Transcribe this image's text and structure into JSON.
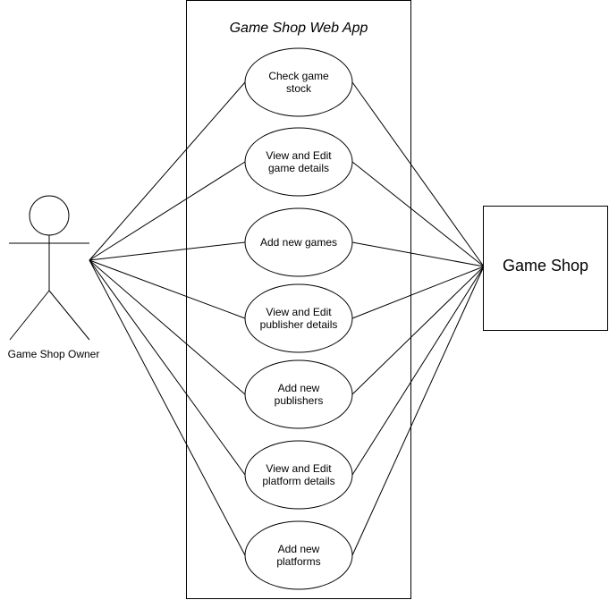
{
  "system": {
    "title": "Game Shop Web App"
  },
  "actor": {
    "label": "Game Shop Owner"
  },
  "external_system": {
    "label": "Game Shop"
  },
  "use_cases": [
    {
      "id": "check-game-stock",
      "lines": [
        "Check game",
        "stock"
      ]
    },
    {
      "id": "view-edit-game-details",
      "lines": [
        "View and Edit",
        "game details"
      ]
    },
    {
      "id": "add-new-games",
      "lines": [
        "Add new games"
      ]
    },
    {
      "id": "view-edit-publisher-details",
      "lines": [
        "View and Edit",
        "publisher details"
      ]
    },
    {
      "id": "add-new-publishers",
      "lines": [
        "Add new",
        "publishers"
      ]
    },
    {
      "id": "view-edit-platform-details",
      "lines": [
        "View and Edit",
        "platform details"
      ]
    },
    {
      "id": "add-new-platforms",
      "lines": [
        "Add new",
        "platforms"
      ]
    }
  ],
  "colors": {
    "stroke": "#000000",
    "background": "#ffffff",
    "text": "#000000"
  }
}
